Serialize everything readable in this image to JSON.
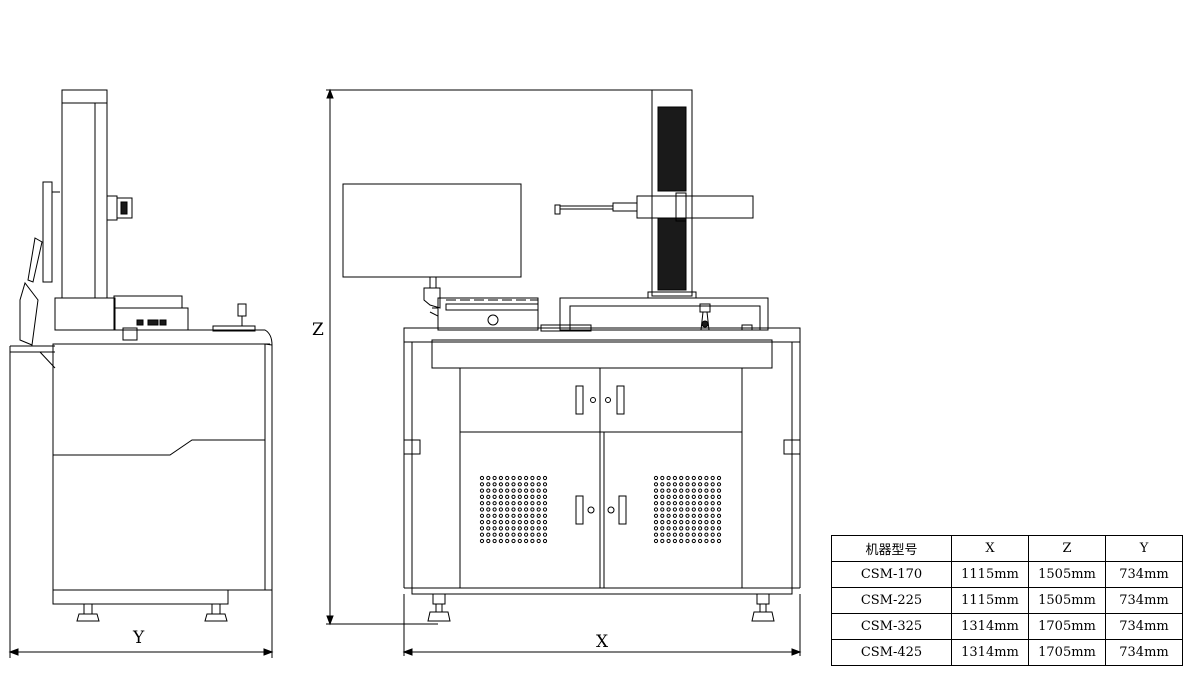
{
  "dimensions": {
    "x_label": "X",
    "y_label": "Y",
    "z_label": "Z"
  },
  "table": {
    "headers": [
      "机器型号",
      "X",
      "Z",
      "Y"
    ],
    "rows": [
      [
        "CSM-170",
        "1115mm",
        "1505mm",
        "734mm"
      ],
      [
        "CSM-225",
        "1115mm",
        "1505mm",
        "734mm"
      ],
      [
        "CSM-325",
        "1314mm",
        "1705mm",
        "734mm"
      ],
      [
        "CSM-425",
        "1314mm",
        "1705mm",
        "734mm"
      ]
    ]
  },
  "colors": {
    "line": "#000000",
    "dark_fill": "#1a1a1a",
    "background": "#ffffff"
  }
}
